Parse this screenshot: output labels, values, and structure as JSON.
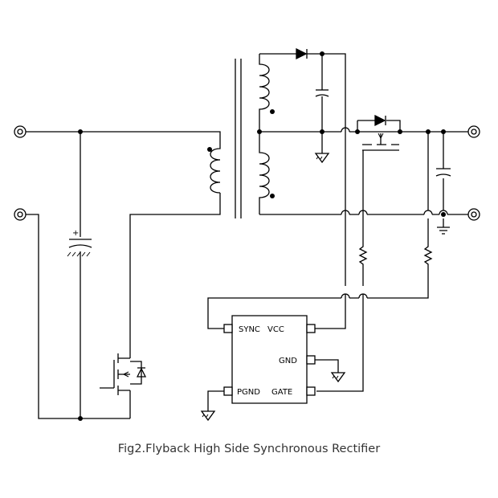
{
  "caption": "Fig2.Flyback High Side Synchronous Rectifier",
  "ic": {
    "pins": {
      "sync": "SYNC",
      "vcc": "VCC",
      "gnd": "GND",
      "pgnd": "PGND",
      "gate": "GATE"
    }
  },
  "capacitor_polarity": "+",
  "colors": {
    "line": "#000000",
    "background": "#ffffff",
    "caption": "#333333"
  }
}
